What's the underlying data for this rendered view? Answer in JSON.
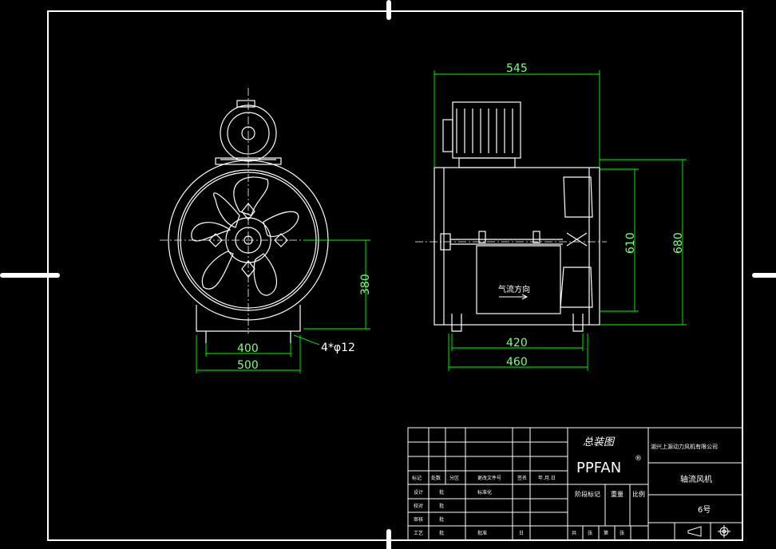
{
  "colors": {
    "background": "#000000",
    "line": "#ffffff",
    "dimension": "#00ff00"
  },
  "front_view": {
    "dim_height": "380",
    "dim_base_inner": "400",
    "dim_base_outer": "500",
    "dim_holes": "4*φ12"
  },
  "side_view": {
    "dim_length_top": "545",
    "dim_height_inner": "610",
    "dim_height_outer": "680",
    "dim_base_inner": "420",
    "dim_base_outer": "460",
    "airflow_label": "气流方向"
  },
  "title_block": {
    "drawing_title": "总装图",
    "brand": "PPFAN",
    "registered_mark": "®",
    "company": "湖兴上源动力风机有限公司",
    "product_name": "轴流风机",
    "model": "6号",
    "header_cells": [
      "标记",
      "处数",
      "分区",
      "更改文件号",
      "签名",
      "年.月.日"
    ],
    "row_labels": [
      "设计",
      "校对",
      "审核",
      "工艺"
    ],
    "row_second": [
      "批",
      "批",
      "批",
      "批"
    ],
    "standardization": "标准化",
    "approve": "批准",
    "date_short": "日",
    "stage_mark": "阶段标记",
    "weight": "重量",
    "scale": "比例",
    "bottom_cells": [
      "共",
      "张",
      "第",
      "张"
    ]
  }
}
